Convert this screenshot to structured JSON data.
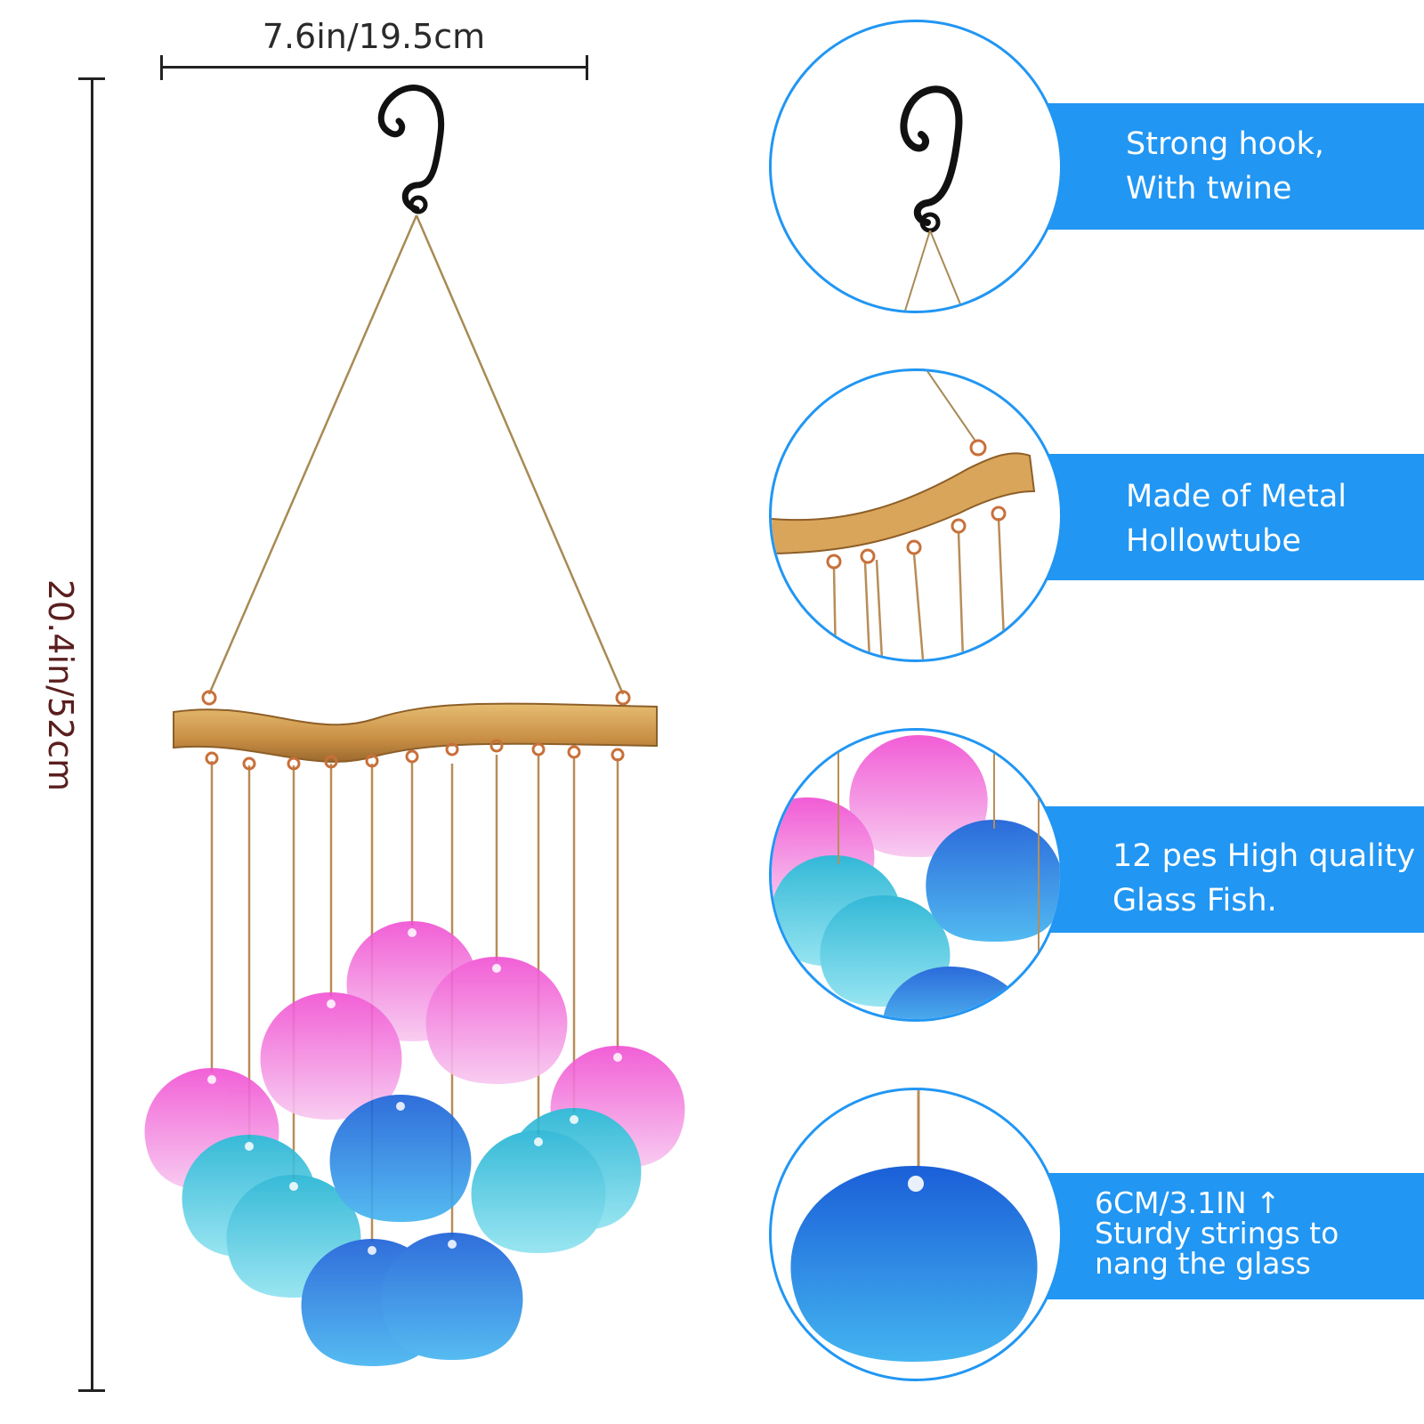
{
  "dimensions": {
    "width_label": "7.6in/19.5cm",
    "height_label": "20.4in/52cm"
  },
  "colors": {
    "accent": "#2196f3",
    "pink_glass": "#f06ad8",
    "light_blue_glass": "#35c4dc",
    "deep_blue_glass": "#1e6fe0",
    "wood": "#d9a55a",
    "hook": "#111111"
  },
  "features": [
    {
      "icon": "hook-icon",
      "lines": [
        "Strong hook,",
        "With twine"
      ]
    },
    {
      "icon": "wooden-bar-icon",
      "lines": [
        "Made of Metal",
        "Hollowtube"
      ]
    },
    {
      "icon": "glass-shells-icon",
      "lines": [
        "12 pes High quality",
        "Glass Fish."
      ]
    },
    {
      "icon": "blue-shell-icon",
      "lines": [
        "6CM/3.1IN ↑",
        "Sturdy strings to",
        "nang the glass"
      ]
    }
  ]
}
